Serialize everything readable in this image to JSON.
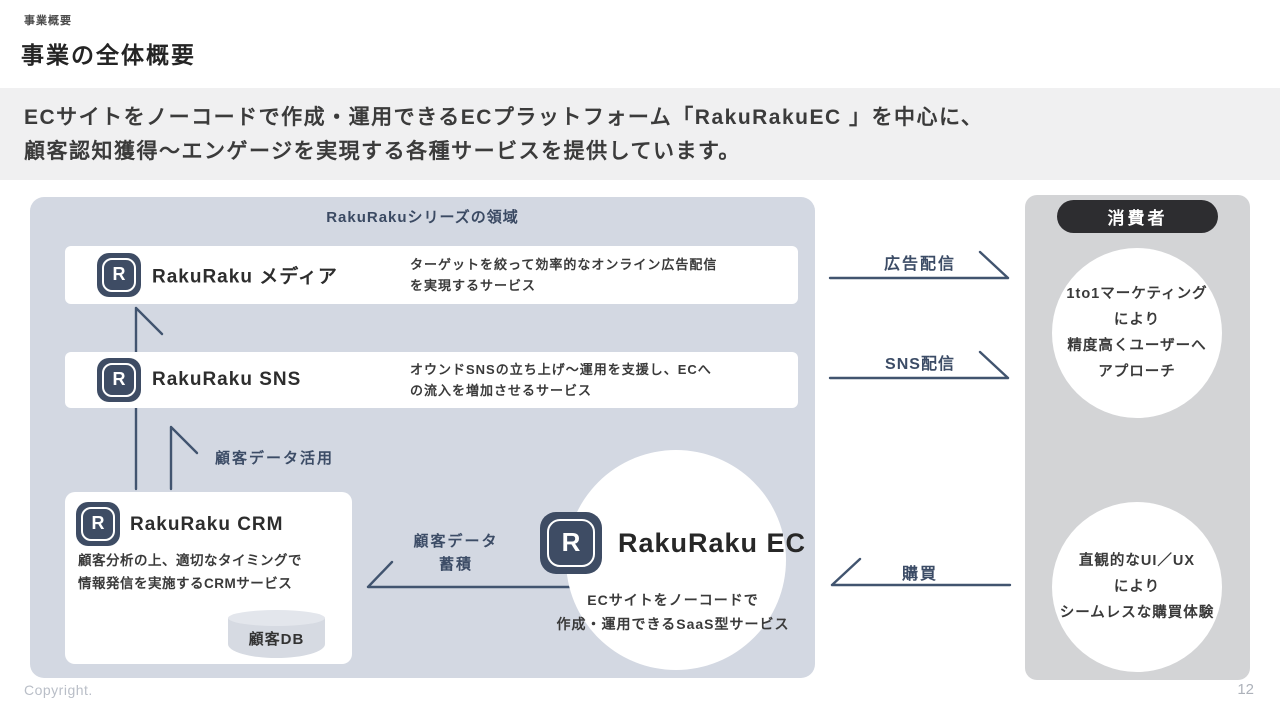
{
  "slide": {
    "eyebrow": "事業概要",
    "title": "事業の全体概要",
    "banner": {
      "line1": "ECサイトをノーコードで作成・運用できるECプラットフォーム「RakuRakuEC 」を中心に、",
      "line2": "顧客認知獲得〜エンゲージを実現する各種サービスを提供しています。"
    },
    "footer": {
      "copyright": "Copyright.",
      "page_number": "12"
    }
  },
  "diagram": {
    "area_label": "RakuRakuシリーズの領域",
    "logo_letter": "R",
    "services": [
      {
        "name": "RakuRaku メディア",
        "desc1": "ターゲットを絞って効率的なオンライン広告配信",
        "desc2": "を実現するサービス"
      },
      {
        "name": "RakuRaku SNS",
        "desc1": "オウンドSNSの立ち上げ〜運用を支援し、ECへ",
        "desc2": "の流入を増加させるサービス"
      },
      {
        "name": "RakuRaku CRM",
        "desc1": "顧客分析の上、適切なタイミングで",
        "desc2": "情報発信を実施するCRMサービス",
        "db_label": "顧客DB"
      },
      {
        "name": "RakuRaku EC",
        "desc1": "ECサイトをノーコードで",
        "desc2": "作成・運用できるSaaS型サービス"
      }
    ],
    "flows": {
      "data_usage": "顧客データ活用",
      "data_accumulation_line1": "顧客データ",
      "data_accumulation_line2": "蓄積"
    },
    "channels": {
      "ads": "広告配信",
      "sns": "SNS配信",
      "purchase": "購買"
    }
  },
  "consumer": {
    "badge": "消費者",
    "benefit1": {
      "line1": "1to1マーケティング",
      "line2": "により",
      "line3": "精度高くユーザーへ",
      "line4": "アプローチ"
    },
    "benefit2": {
      "line1": "直観的なUI／UX",
      "line2": "により",
      "line3": "シームレスな購買体験"
    }
  },
  "colors": {
    "navy_logo": "#3e4c64",
    "arrow": "#41546f",
    "diagram_bg": "#d3d8e2",
    "panel_bg": "#d3d4d6",
    "banner_bg": "#f0f0f1",
    "badge_bg": "#2d2d30"
  }
}
